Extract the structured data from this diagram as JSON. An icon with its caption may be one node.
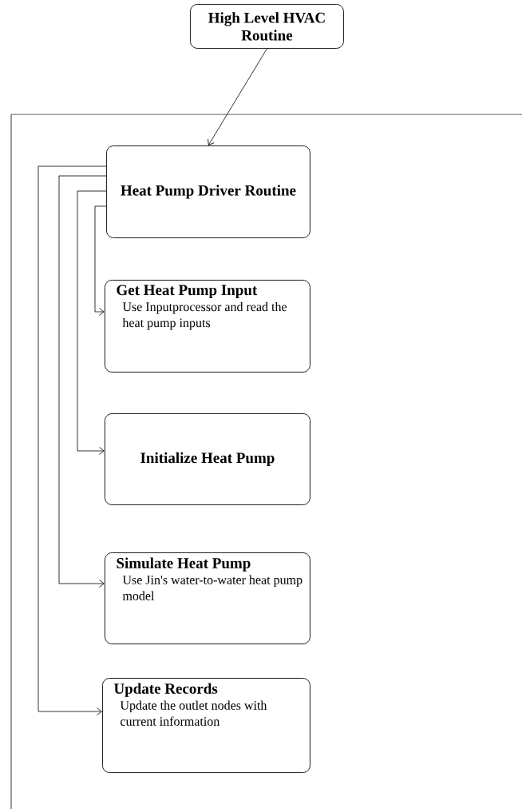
{
  "diagram": {
    "nodes": [
      {
        "text": [
          "High Level HVAC Routine"
        ]
      },
      {
        "text": [
          "Heat Pump Driver Routine"
        ]
      },
      {
        "text": [
          "Get Heat Pump Input",
          "Use Inputprocessor and read the heat pump inputs"
        ]
      },
      {
        "text": [
          "Initialize Heat Pump"
        ]
      },
      {
        "text": [
          "Simulate Heat Pump",
          "Use Jin's water-to-water heat pump model"
        ]
      },
      {
        "text": [
          "Update Records",
          "Update the outlet nodes with current information"
        ]
      }
    ],
    "edges": [
      {
        "from": 0,
        "to": 1,
        "arrow": "to"
      },
      {
        "from": 1,
        "to": 2,
        "arrow": "to"
      },
      {
        "from": 1,
        "to": 3,
        "arrow": "to"
      },
      {
        "from": 1,
        "to": 4,
        "arrow": "to"
      },
      {
        "from": 1,
        "to": 5,
        "arrow": "to"
      }
    ]
  }
}
